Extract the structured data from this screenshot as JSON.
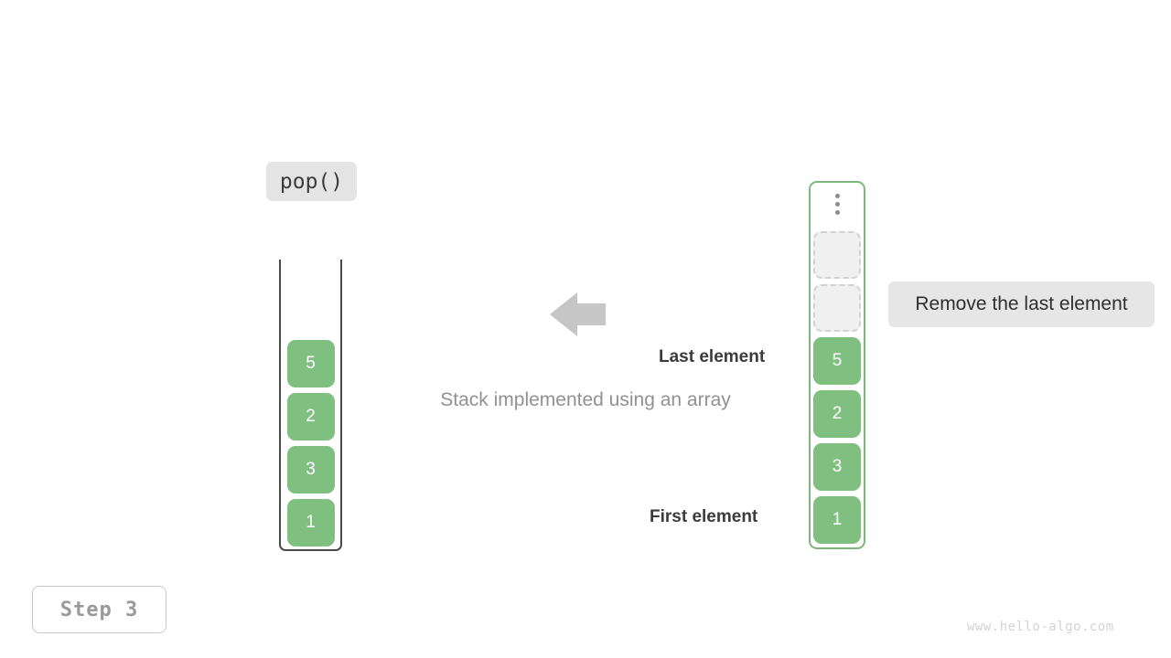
{
  "operation": {
    "label": "pop()"
  },
  "step": {
    "label": "Step 3"
  },
  "caption": {
    "text": "Stack implemented using an array"
  },
  "watermark": {
    "text": "www.hello-algo.com"
  },
  "tooltip": {
    "text": "Remove the last element"
  },
  "annotations": {
    "last_element": "Last element",
    "first_element": "First element"
  },
  "icons": {
    "arrow": "arrow-left-icon",
    "ellipsis": "vertical-ellipsis-icon"
  },
  "colors": {
    "cell_fill": "#7fbf7f",
    "cell_text": "#ffffff",
    "empty_slot_fill": "#f0f0f0",
    "empty_slot_border": "#d2d2d2",
    "array_border": "#7cb87c",
    "stack_border": "#4a4a4a",
    "chip_bg": "#e4e4e4",
    "tooltip_bg": "#e6e6e6",
    "arrow_fill": "#c6c6c6",
    "caption_text": "#919191",
    "step_text": "#9a9a9a",
    "watermark_text": "#d3d3d3"
  },
  "stack_left": {
    "name": "stack",
    "open_top": true,
    "cells_top_to_bottom": [
      "5",
      "2",
      "3",
      "1"
    ]
  },
  "array_right": {
    "name": "array",
    "has_ellipsis": true,
    "empty_slots": 2,
    "cells_top_to_bottom": [
      "5",
      "2",
      "3",
      "1"
    ]
  }
}
